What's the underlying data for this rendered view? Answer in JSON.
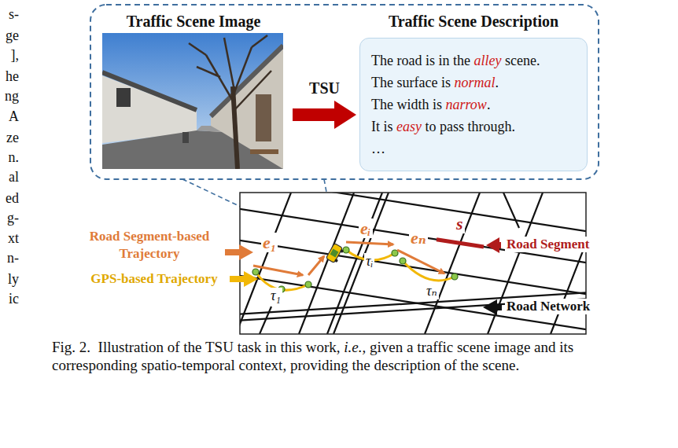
{
  "diagram": {
    "caption": "Fig. 2.  Illustration of the TSU task in this work, i.e., given a traffic scene image and its corresponding spatio-temporal context, providing the description of the scene.",
    "nodes": [
      {
        "text": [
          "Traffic Scene Image"
        ]
      },
      {
        "text": [
          "Traffic Scene Description",
          "The road is in the alley scene.",
          "The surface is normal.",
          "The width is narrow.",
          "It is easy to pass through.",
          "…"
        ]
      }
    ],
    "edges": [
      {
        "from": 0,
        "to": 1,
        "label": "TSU",
        "arrow": "to"
      }
    ],
    "labels": [
      "s-",
      "ge",
      "],",
      "he",
      "ng",
      "A",
      "ze",
      "n.",
      "al",
      "ed",
      "g-",
      "xt",
      "n-",
      "ly",
      "ic",
      "Road Segment-based Trajectory",
      "GPS-based Trajectory",
      "Road Segment",
      "Road Network",
      "e₁",
      "eᵢ",
      "eₙ",
      "s",
      "τ₁",
      "τᵢ",
      "τₙ"
    ]
  }
}
